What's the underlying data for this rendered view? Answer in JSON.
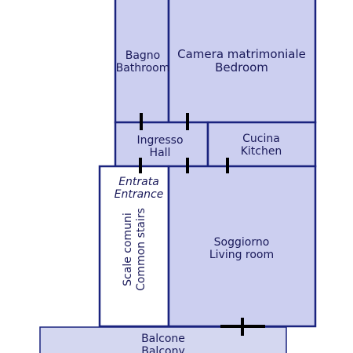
{
  "colors": {
    "room_fill": "#cccff0",
    "wall": "#1a237e",
    "balcony_fill": "#d4d7f0",
    "door_mark": "#000000",
    "label_text": "#1a1a5a"
  },
  "rooms": {
    "bathroom": {
      "it": "Bagno",
      "en": "Bathroom"
    },
    "bedroom": {
      "it": "Camera matrimoniale",
      "en": "Bedroom"
    },
    "hall": {
      "it": "Ingresso",
      "en": "Hall"
    },
    "kitchen": {
      "it": "Cucina",
      "en": "Kitchen"
    },
    "entrance": {
      "it": "Entrata",
      "en": "Entrance"
    },
    "stairs": {
      "it": "Scale comuni",
      "en": "Common stairs"
    },
    "living": {
      "it": "Soggiorno",
      "en": "Living room"
    },
    "balcony": {
      "it": "Balcone",
      "en": "Balcony"
    }
  }
}
